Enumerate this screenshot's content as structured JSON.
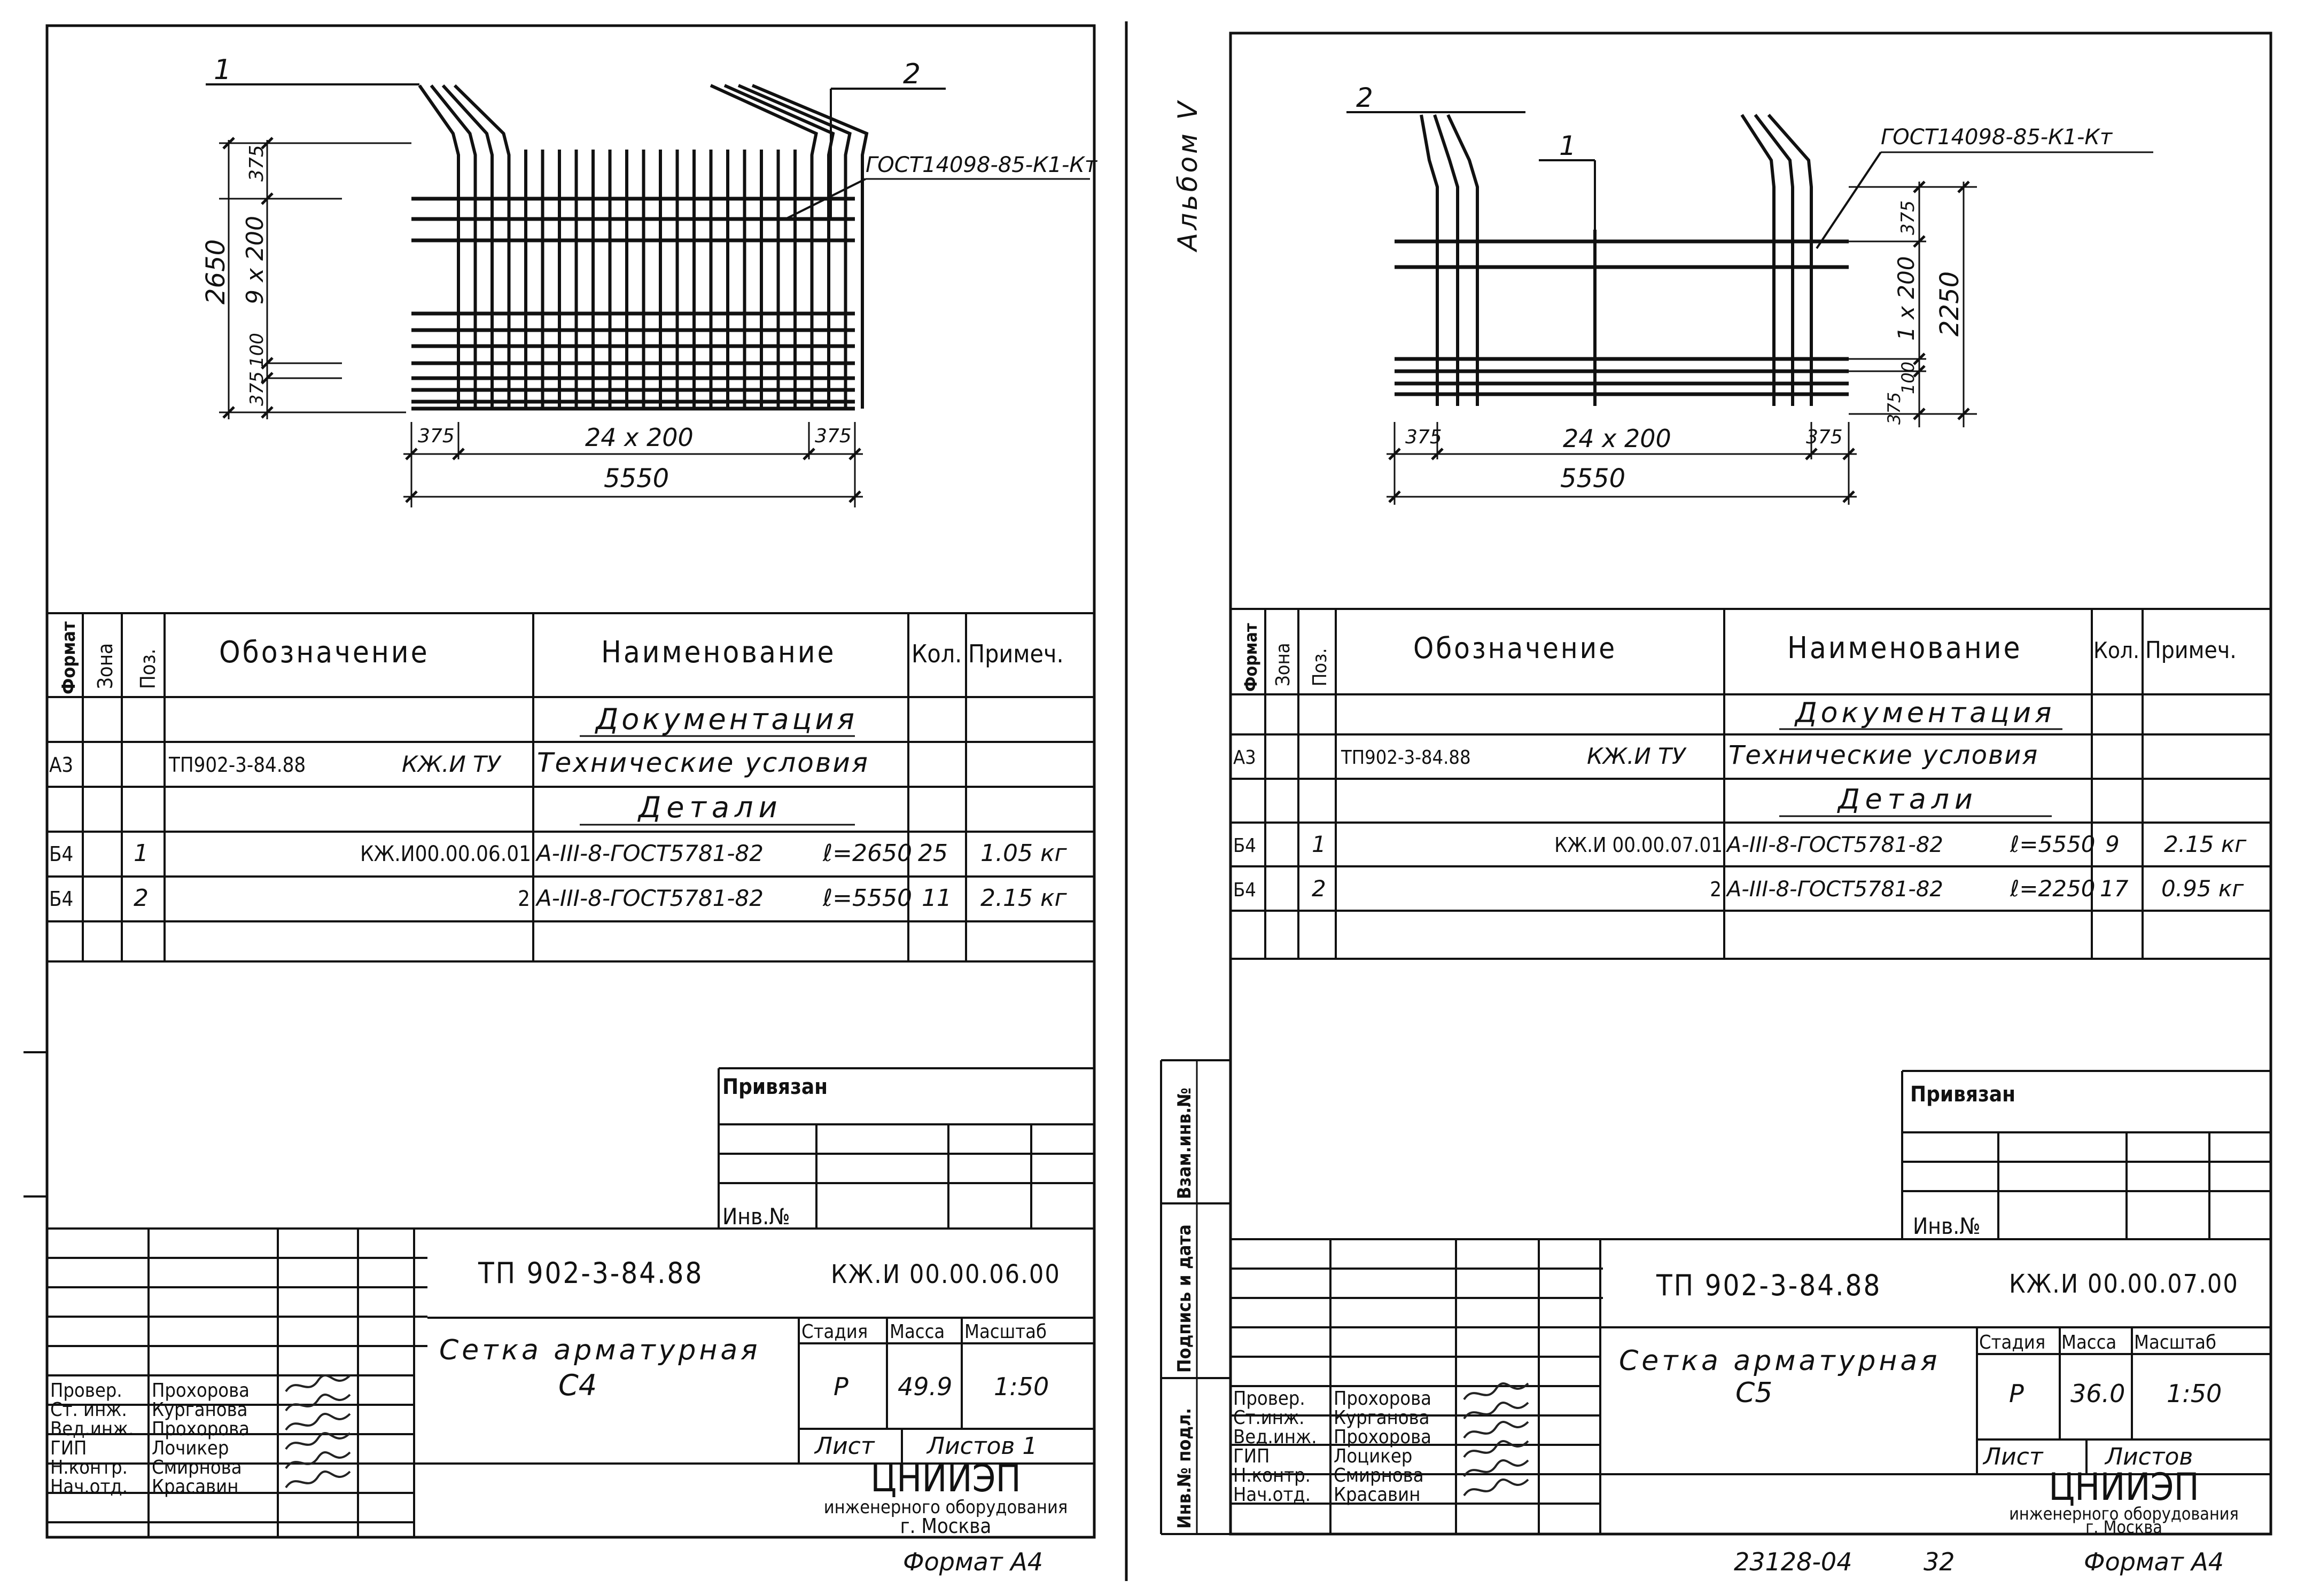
{
  "sheet_left": {
    "positions": {
      "p1": "1",
      "p2": "2"
    },
    "gost_label": "ГОСТ14098-85-К1-Кт",
    "dims": {
      "d375_top": "375",
      "d9x200": "9 x 200",
      "d100": "100",
      "d375_bot": "375",
      "d2650": "2650",
      "d375_l": "375",
      "d24x200": "24 x 200",
      "d375_r": "375",
      "d5550": "5550"
    },
    "spec_header": {
      "format": "Формат",
      "zone": "Зона",
      "pos": "Поз.",
      "designation": "Обозначение",
      "name": "Наименование",
      "qty": "Кол.",
      "note": "Примеч."
    },
    "section_docs": "Документация",
    "row_doc": {
      "format": "А3",
      "designation": "ТП902-3-84.88",
      "code": "КЖ.И ТУ",
      "name": "Технические условия"
    },
    "section_parts": "Детали",
    "row1": {
      "format": "Б4",
      "pos": "1",
      "designation": "КЖ.И00.00.06.01",
      "name": "А-III-8-ГОСТ5781-82",
      "length": "ℓ=2650",
      "qty": "25",
      "note": "1.05 кг"
    },
    "row2": {
      "format": "Б4",
      "pos": "2",
      "designation": "2",
      "name": "А-III-8-ГОСТ5781-82",
      "length": "ℓ=5550",
      "qty": "11",
      "note": "2.15 кг"
    },
    "privyazan": "Привязан",
    "inv_no": "Инв.№",
    "project_code": "ТП 902-3-84.88",
    "doc_code": "КЖ.И 00.00.06.00",
    "title_line1": "Сетка арматурная",
    "title_line2": "С4",
    "stage_label": "Стадия",
    "mass_label": "Масса",
    "scale_label": "Масштаб",
    "stage": "Р",
    "mass": "49.9",
    "scale": "1:50",
    "sheet_label": "Лист",
    "sheets_label": "Листов 1",
    "org": "ЦНИИЭП",
    "org_sub1": "инженерного оборудования",
    "org_sub2": "г. Москва",
    "format_label": "Формат А4",
    "staff": [
      {
        "role": "Провер.",
        "name": "Прохорова"
      },
      {
        "role": "Ст. инж.",
        "name": "Курганова"
      },
      {
        "role": "Вед.инж.",
        "name": "Прохорова"
      },
      {
        "role": "ГИП",
        "name": "Лочикер"
      },
      {
        "role": "Н.контр.",
        "name": "Смирнова"
      },
      {
        "role": "Нач.отд.",
        "name": "Красавин"
      }
    ]
  },
  "sheet_right": {
    "album": "Альбом V",
    "positions": {
      "p1": "1",
      "p2": "2"
    },
    "gost_label": "ГОСТ14098-85-К1-Кт",
    "dims": {
      "d375_top": "375",
      "d1x200": "1 x 200",
      "d100": "100",
      "d375_bot": "375",
      "d2250": "2250",
      "d375_l": "375",
      "d24x200": "24 x 200",
      "d375_r": "375",
      "d5550": "5550"
    },
    "spec_header": {
      "format": "Формат",
      "zone": "Зона",
      "pos": "Поз.",
      "designation": "Обозначение",
      "name": "Наименование",
      "qty": "Кол.",
      "note": "Примеч."
    },
    "section_docs": "Документация",
    "row_doc": {
      "format": "А3",
      "designation": "ТП902-3-84.88",
      "code": "КЖ.И ТУ",
      "name": "Технические условия"
    },
    "section_parts": "Детали",
    "row1": {
      "format": "Б4",
      "pos": "1",
      "designation": "КЖ.И 00.00.07.01",
      "name": "А-III-8-ГОСТ5781-82",
      "length": "ℓ=5550",
      "qty": "9",
      "note": "2.15 кг"
    },
    "row2": {
      "format": "Б4",
      "pos": "2",
      "designation": "2",
      "name": "А-III-8-ГОСТ5781-82",
      "length": "ℓ=2250",
      "qty": "17",
      "note": "0.95 кг"
    },
    "privyazan": "Привязан",
    "inv_no": "Инв.№",
    "project_code": "ТП 902-3-84.88",
    "doc_code": "КЖ.И 00.00.07.00",
    "title_line1": "Сетка арматурная",
    "title_line2": "С5",
    "stage_label": "Стадия",
    "mass_label": "Масса",
    "scale_label": "Масштаб",
    "stage": "Р",
    "mass": "36.0",
    "scale": "1:50",
    "sheet_label": "Лист",
    "sheets_label": "Листов",
    "org": "ЦНИИЭП",
    "org_sub1": "инженерного оборудования",
    "org_sub2": "г. Москва",
    "format_label": "Формат А4",
    "archive_no": "23128-04",
    "page_no": "32",
    "side_labels": {
      "inv_podl": "Инв.№ подл.",
      "podpis": "Подпись и дата",
      "vzam": "Взам.инв.№"
    },
    "staff": [
      {
        "role": "Провер.",
        "name": "Прохорова"
      },
      {
        "role": "Ст.инж.",
        "name": "Курганова"
      },
      {
        "role": "Вед.инж.",
        "name": "Прохорова"
      },
      {
        "role": "ГИП",
        "name": "Лоцикер"
      },
      {
        "role": "Н.контр.",
        "name": "Смирнова"
      },
      {
        "role": "Нач.отд.",
        "name": "Красавин"
      }
    ]
  }
}
